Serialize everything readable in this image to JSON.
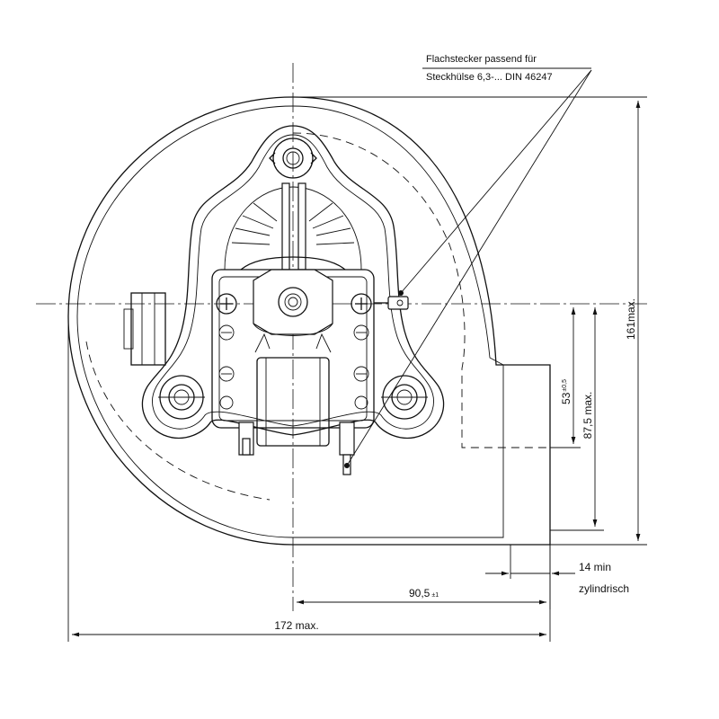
{
  "callout": {
    "line1": "Flachstecker passend für",
    "line2": "Steckhülse 6,3-... DIN 46247"
  },
  "dimensions": {
    "height_max": "161max.",
    "dim_53": "53",
    "dim_53_tol": "±0,5",
    "dim_87": "87,5 max.",
    "dim_14": "14 min",
    "zylindrisch": "zylindrisch",
    "dim_90": "90,5",
    "dim_90_tol": "±1",
    "width_max": "172 max."
  }
}
